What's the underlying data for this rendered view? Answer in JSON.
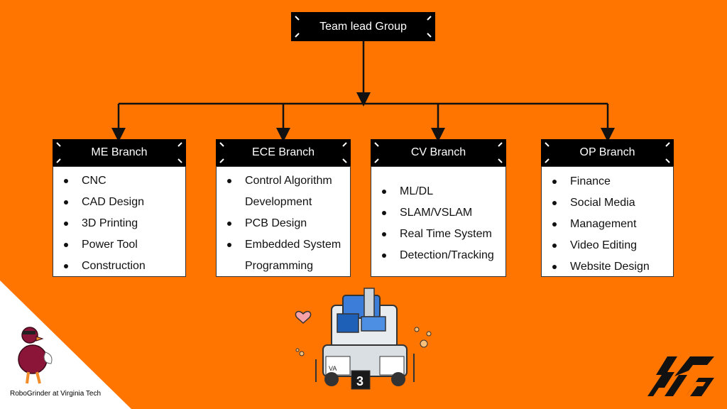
{
  "root": {
    "label": "Team lead Group"
  },
  "branches": [
    {
      "label": "ME Branch",
      "items": [
        "CNC",
        "CAD Design",
        "3D Printing",
        "Power Tool",
        "Construction"
      ]
    },
    {
      "label": "ECE Branch",
      "items": [
        "Control Algorithm",
        "Development",
        "PCB Design",
        "Embedded System",
        "Programming"
      ]
    },
    {
      "label": "CV Branch",
      "items": [
        "ML/DL",
        "SLAM/VSLAM",
        "Real Time System",
        "Detection/Tracking"
      ]
    },
    {
      "label": "OP Branch",
      "items": [
        "Finance",
        "Social Media",
        "Management",
        "Video Editing",
        "Website Design"
      ]
    }
  ],
  "footer": {
    "caption": "RoboGrinder at Virginia Tech"
  },
  "illustration": {
    "badge_number": "3",
    "robot_text": "VA"
  },
  "colors": {
    "background": "#FF7500",
    "header": "#000000",
    "card": "#FFFFFF"
  }
}
